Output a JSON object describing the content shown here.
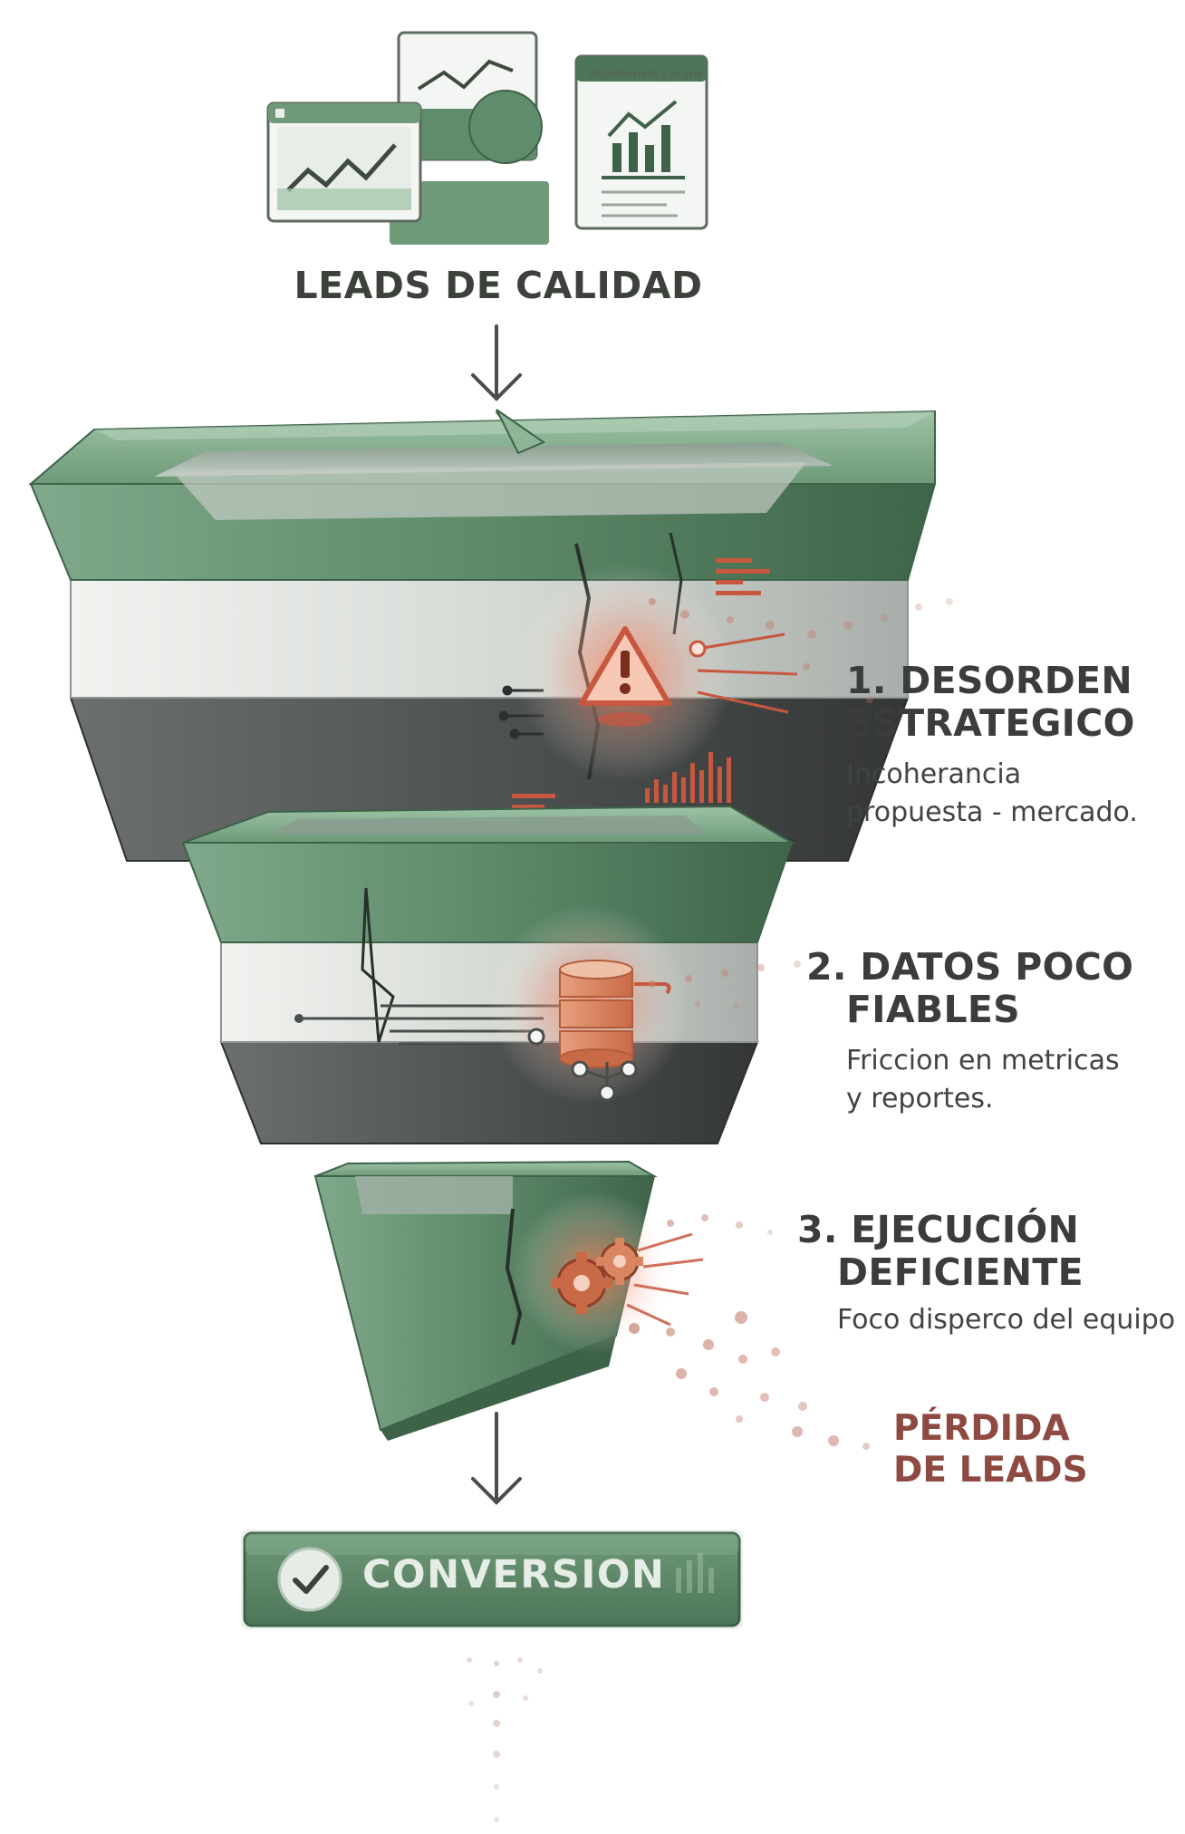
{
  "header": {
    "title": "LEADS DE CALIDAD"
  },
  "dashboard": {
    "screen_title": "Stuotewwm | ncww"
  },
  "steps": [
    {
      "title_line1": "1. DESORDEN",
      "title_line2": "ESTRATEGICO",
      "desc_line1": "Incoherancia",
      "desc_line2": "propuesta - mercado.",
      "icon": "warning-icon"
    },
    {
      "title_line1": "2. DATOS POCO",
      "title_line2": "FIABLES",
      "desc_line1": "Friccion en metricas",
      "desc_line2": "y reportes.",
      "icon": "database-icon"
    },
    {
      "title_line1": "3. EJECUCIÓN",
      "title_line2": "DEFICIENTE",
      "desc_line1": "Foco disperco del equipo",
      "icon": "gears-icon"
    }
  ],
  "loss": {
    "line1": "PÉRDIDA",
    "line2": "DE LEADS"
  },
  "conversion": {
    "label": "CONVERSION",
    "icon": "check-icon"
  },
  "colors": {
    "green": "#5f8c6a",
    "green_light": "#8db596",
    "green_dark": "#3e6248",
    "silver": "#d9dcd8",
    "dark_gray": "#4d5150",
    "accent_red": "#c8573f",
    "loss_red": "#8e4a42",
    "text": "#3a3d39"
  }
}
